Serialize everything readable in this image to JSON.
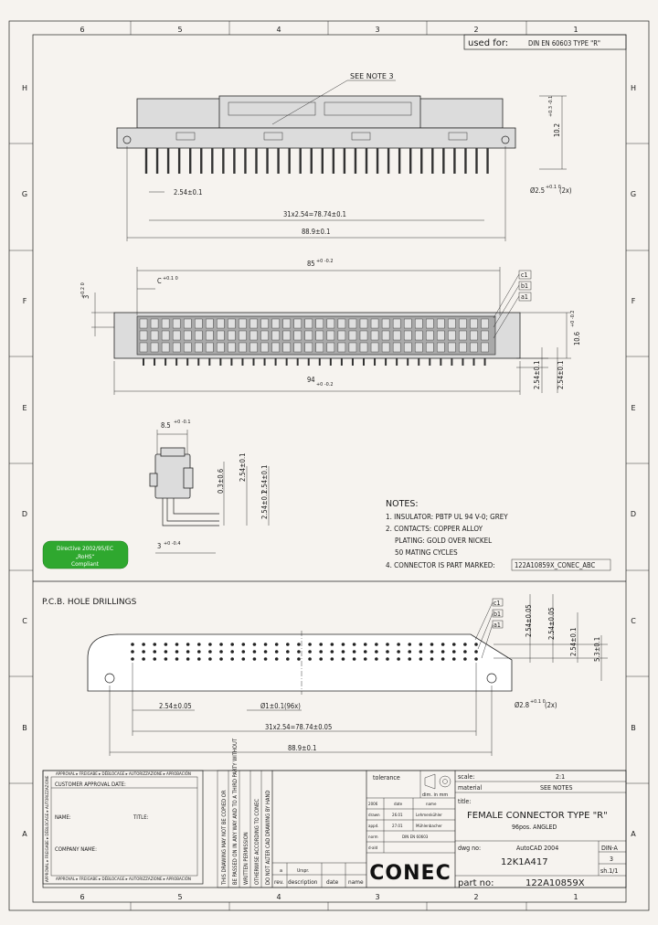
{
  "frame": {
    "columns": [
      "6",
      "5",
      "4",
      "3",
      "2",
      "1"
    ],
    "rows": [
      "H",
      "G",
      "F",
      "E",
      "D",
      "C",
      "B",
      "A"
    ]
  },
  "used_for": {
    "label": "used for:",
    "value": "DIN EN 60603 TYPE \"R\""
  },
  "front_view": {
    "see_note": "SEE NOTE 3",
    "pitch": "2.54±0.1",
    "span": "31x2.54=78.74±0.1",
    "overall": "88.9±0.1",
    "height": "10.2",
    "height_tol": "+0.3 -0.1",
    "hole": "Ø2.5",
    "hole_tol": "+0.1 0",
    "hole_count": "(2x)"
  },
  "top_view": {
    "length": "85",
    "length_tol": "+0 -0.2",
    "c_dim": "C",
    "c_tol": "+0.1 0",
    "left_dim": "3",
    "left_tol": "+0.2 0",
    "width": "94",
    "width_tol": "+0 -0.2",
    "depth": "10.6",
    "depth_tol": "+0 -0.2",
    "rows_labels": [
      "c1",
      "b1",
      "a1"
    ],
    "pitch_a": "2.54±0.1",
    "pitch_b": "2.54±0.1"
  },
  "side_view": {
    "top_width": "8.5",
    "top_tol": "+0 -0.1",
    "d1": "0.3±0.6",
    "d2": "2.54±0.1",
    "d3": "2.54±0.1",
    "d4": "2.54±0.1",
    "bottom": "3",
    "bottom_tol": "+0 -0.4"
  },
  "badge": {
    "line1": "Directive 2002/95/EC",
    "line2": "„RoHS“",
    "line3": "Compliant"
  },
  "notes": {
    "title": "NOTES:",
    "items": [
      "1. INSULATOR: PBTP UL 94 V-0; GREY",
      "2. CONTACTS: COPPER ALLOY",
      "PLATING: GOLD OVER NICKEL",
      "50 MATING CYCLES",
      "4. CONNECTOR IS PART MARKED:"
    ],
    "marking": "122A10859X_CONEC_ABC"
  },
  "pcb": {
    "title": "P.C.B. HOLE DRILLINGS",
    "rows_labels": [
      "c1",
      "b1",
      "a1"
    ],
    "pitch": "2.54±0.05",
    "hole": "Ø1±0.1",
    "hole_count": "(96x)",
    "span": "31x2.54=78.74±0.05",
    "overall": "88.9±0.1",
    "mount_hole": "Ø2.8",
    "mount_tol": "+0.1 0",
    "mount_count": "(2x)",
    "r1": "2.54±0.05",
    "r2": "2.54±0.05",
    "r3": "2.54±0.1",
    "r4": "5.3±0.1"
  },
  "title_block": {
    "approval_rot_top": "APPROVAL ▸ FREIGABE ▸ DÉBLOCAGE ▸ AUTORIZZAZIONE ▸ APROBACIÓN",
    "approval_rot_left": "APPROVAL ▸ FREIGABE ▸ DÉBLOCAGE ▸ AUTORIZZAZIONE",
    "customer_approval": "CUSTOMER APPROVAL DATE:",
    "name": "NAME:",
    "title": "TITLE:",
    "company": "COMPANY NAME:",
    "approval_bottom": "APPROVAL ▸ FREIGABE ▸ DÉBLOCAGE ▸ AUTORIZZAZIONE ▸ APROBACIÓN",
    "legal_1": "THIS DRAWING MAY NOT BE COPIED OR",
    "legal_2": "BE PASSED ON IN ANY WAY AND TO A THIRD PARTY WITHOUT",
    "legal_3": "WRITTEN PERMISSION",
    "legal_4": "OTHERWISE ACCORDING TO CONEC",
    "legal_5": "DO NOT ALTER CAD DRAWING BY HAND",
    "rev_a": "a",
    "rev_origin": "Urspr.",
    "rev": "rev.",
    "description": "description",
    "date": "date",
    "name_col": "name",
    "tolerance": "tolerance",
    "dim": "dim. in mm",
    "scale_label": "scale:",
    "scale": "2:1",
    "material_label": "material",
    "material": "SEE NOTES",
    "title_label": "title:",
    "doc_title": "FEMALE CONNECTOR TYPE \"R\"",
    "doc_subtitle": "96pos. ANGLED",
    "rows": [
      {
        "k": "2006",
        "d": "date",
        "n": "name"
      },
      {
        "k": "drawn",
        "d": "26.01",
        "n": "Lehmenkühler"
      },
      {
        "k": "appd.",
        "d": "27.01",
        "n": "Mühlenbacher"
      },
      {
        "k": "norm",
        "d": "DIN EN 60603",
        "n": ""
      },
      {
        "k": "d-ald",
        "d": "",
        "n": ""
      }
    ],
    "cad": "AutoCAD 2004",
    "format": "DIN-A",
    "format_num": "3",
    "sheet": "sh.1/1",
    "dwg_label": "dwg no:",
    "dwg": "12K1A417",
    "part_label": "part no:",
    "part": "122A10859X",
    "logo": "CONEC"
  }
}
